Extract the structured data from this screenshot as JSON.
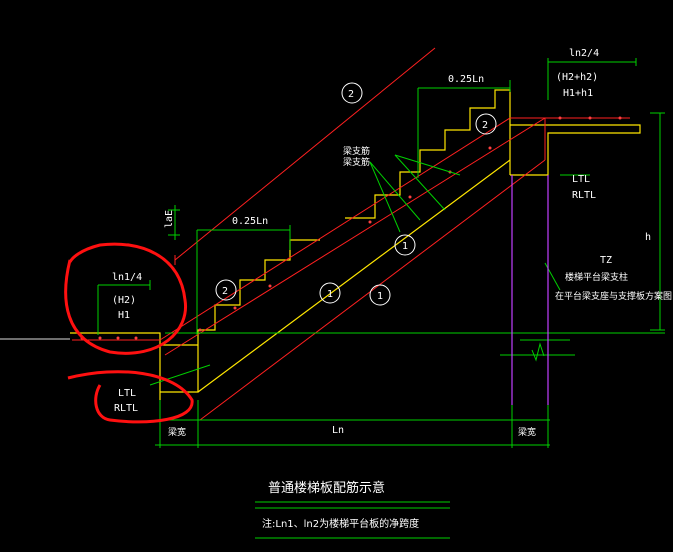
{
  "labels": {
    "ln2_over_4": "ln2/4",
    "h2_h2": "(H2+h2)",
    "h1_h1": "H1+h1",
    "quarter_ln_top": "0.25Ln",
    "quarter_ln_mid": "0.25Ln",
    "ln1_over_4": "ln1/4",
    "h2_left": "(H2)",
    "h1_left": "H1",
    "ltl_right": "LTL",
    "rltl_right": "RLTL",
    "ltl_left": "LTL",
    "rltl_left": "RLTL",
    "h_right": "h",
    "lae": "laE",
    "ln_dim": "Ln",
    "beam_width_left": "梁宽",
    "beam_width_right": "梁宽",
    "tz": "TZ",
    "tz_note1": "楼梯平台梁支柱",
    "tz_note2": "在平台梁支座与支撑板方案图",
    "dist_bar_1": "梁支筋",
    "dist_bar_2": "梁支筋",
    "circle_2": "2",
    "circle_1": "1"
  },
  "title": "普通楼梯板配筋示意",
  "note": "注:Ln1、ln2为楼梯平台板的净跨度"
}
